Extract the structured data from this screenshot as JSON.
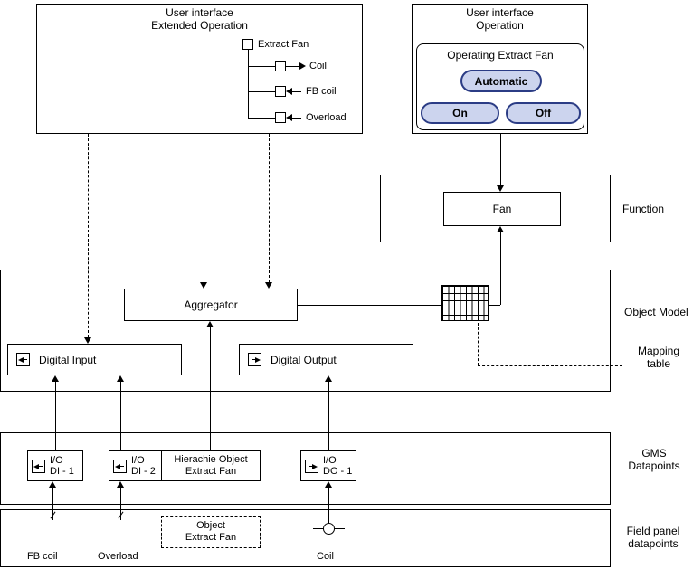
{
  "extended_ui": {
    "title_line1": "User interface",
    "title_line2": "Extended Operation",
    "root_label": "Extract Fan",
    "children": [
      {
        "label": "Coil"
      },
      {
        "label": "FB coil"
      },
      {
        "label": "Overload"
      }
    ]
  },
  "operation_ui": {
    "title_line1": "User interface",
    "title_line2": "Operation",
    "panel_title": "Operating Extract Fan",
    "buttons": [
      {
        "label": "Automatic"
      },
      {
        "label": "On"
      },
      {
        "label": "Off"
      }
    ]
  },
  "function_section": {
    "label": "Function",
    "fan_label": "Fan"
  },
  "object_model": {
    "label": "Object Model",
    "aggregator_label": "Aggregator",
    "digital_input_label": "Digital Input",
    "digital_output_label": "Digital Output",
    "mapping_label_line1": "Mapping",
    "mapping_label_line2": "table"
  },
  "gms": {
    "label_line1": "GMS",
    "label_line2": "Datapoints",
    "di1": {
      "line1": "I/O",
      "line2": "DI - 1"
    },
    "di2": {
      "line1": "I/O",
      "line2": "DI - 2"
    },
    "hierarchy": {
      "line1": "Hierachie Object",
      "line2": "Extract Fan"
    },
    "do1": {
      "line1": "I/O",
      "line2": "DO - 1"
    }
  },
  "field_panel": {
    "label_line1": "Field panel",
    "label_line2": "datapoints",
    "object_box_line1": "Object",
    "object_box_line2": "Extract Fan",
    "fb_coil_label": "FB coil",
    "overload_label": "Overload",
    "coil_label": "Coil"
  },
  "colors": {
    "button_fill": "#ccd4ee",
    "button_border": "#2b3c85"
  }
}
